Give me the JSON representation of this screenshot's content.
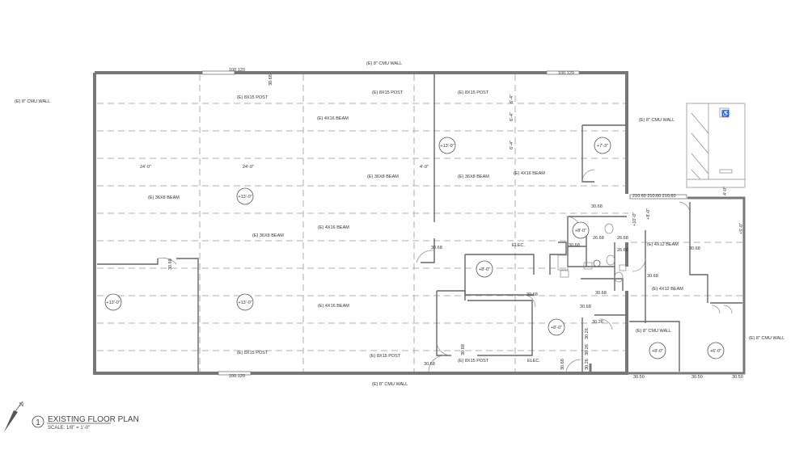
{
  "title_block": {
    "number": "1",
    "title": "EXISTING FLOOR PLAN",
    "scale": "SCALE: 1/8\" = 1'-0\"",
    "north_icon": "north-arrow-icon",
    "north_label": "N"
  },
  "labels": [
    "(E) 8\" CMU WALL",
    "100.120",
    "100.120",
    "30.68",
    "(E) 8X15 POST",
    "(E) 8X15 POST",
    "(E) 8X15 POST",
    "(E) 8\" CMU WALL",
    "(E) 4X16 BEAM",
    "(E) 8\" CMU WALL",
    "24'-0\"",
    "24'-0\"",
    "4'-0\"",
    "(E) 36X8 BEAM",
    "(E) 36X8 BEAM",
    "(E) 4X16 BEAM",
    "(E) 36X8 BEAM",
    "(E) 4X16 BEAM",
    "(E) 36X8 BEAM",
    "6'-4\"",
    "6'-4\"",
    "6'-4\"",
    "210.60 210.60 210.60",
    "30.68",
    "+10'-0\"",
    "26.68",
    "26.68",
    "26.68",
    "30.68",
    "(E) 4X12 BEAM",
    "30.68",
    "(E) 4X12 BEAM",
    "30.68",
    "ELEC.",
    "30.68",
    "30.68",
    "(E) 4X16 BEAM",
    "30.68",
    "30.68",
    "30.68",
    "30.26",
    "30.26",
    "30.26",
    "30.26",
    "(E) 8\" CMU WALL",
    "(E) 8\" CMU WALL",
    "(E) 8X15 POST",
    "(E) 8X15 POST",
    "(E) 8X15 POST",
    "ELEC.",
    "30.68",
    "30.68",
    "30.68",
    "100.120",
    "(E) 8\" CMU WALL",
    "30.50",
    "30.50",
    "30.50",
    "4'-0\"",
    "+8'-0\"",
    "+5'-0\""
  ],
  "elevations": [
    "+13'-0\"",
    "+7'-3\"",
    "+13'-0\"",
    "+8'-0\"",
    "+8'-0\"",
    "+13'-0\"",
    "+13'-0\"",
    "+8'-0\"",
    "+8'-0\"",
    "+6'-0\""
  ],
  "accessibility_icon": "wheelchair-icon"
}
